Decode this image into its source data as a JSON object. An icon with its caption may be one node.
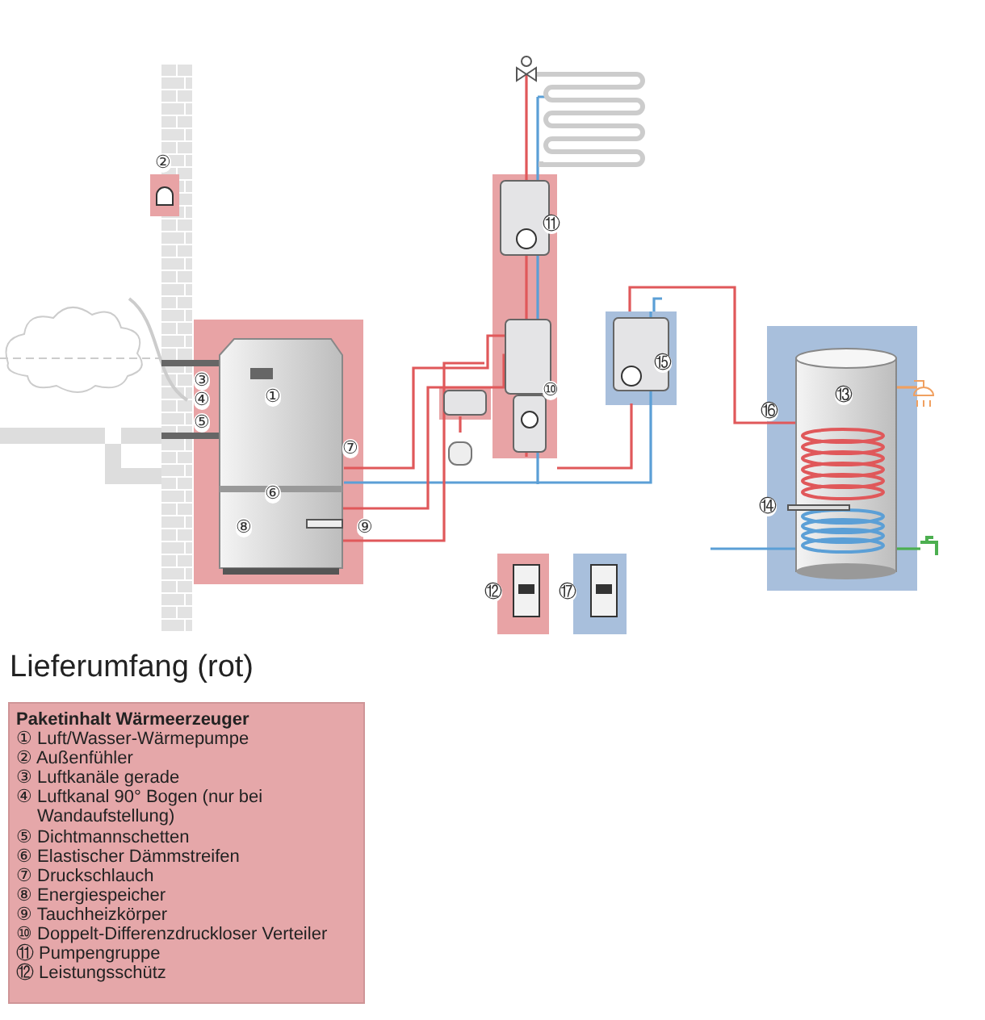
{
  "diagram": {
    "title": "Lieferumfang (rot)",
    "nodes": [
      {
        "text": [
          "Paketinhalt Wärmeerzeuger",
          "① Luft/Wasser-Wärmepumpe",
          "② Außenfühler",
          "③ Luftkanäle gerade",
          "④ Luftkanal 90° Bogen (nur bei Wandaufstellung)",
          "⑤ Dichtmannschetten",
          "⑥ Elastischer Dämmstreifen",
          "⑦ Druckschlauch",
          "⑧ Energiespeicher",
          "⑨ Tauchheizkörper",
          "⑩ Doppelt-Differenzdruckloser Verteiler",
          "⑪ Pumpengruppe",
          "⑫ Leistungsschütz"
        ]
      }
    ],
    "edges": [],
    "labels": [
      "②",
      "⑪",
      "⑮",
      "①",
      "③",
      "④",
      "⑩",
      "⑬",
      "⑯",
      "⑤",
      "⑦",
      "⑥",
      "⑭",
      "⑨",
      "⑧",
      "⑫",
      "⑰"
    ]
  }
}
